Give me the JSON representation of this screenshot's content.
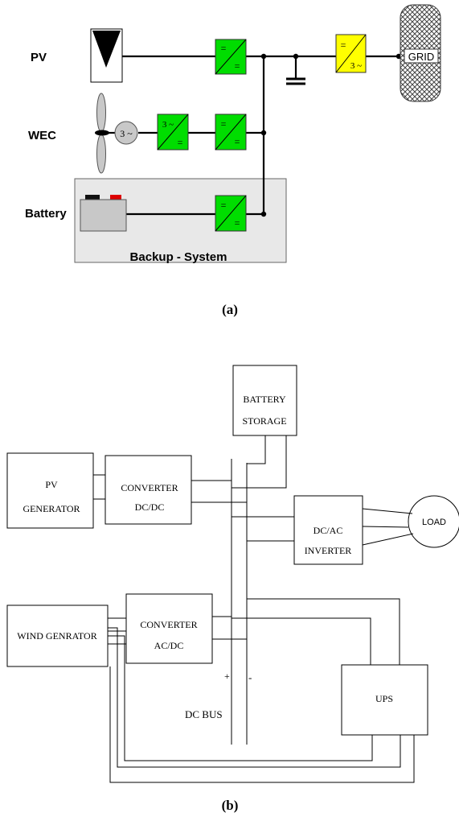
{
  "figure_a": {
    "caption": "(a)",
    "labels": {
      "pv": "PV",
      "wec": "WEC",
      "battery": "Battery"
    },
    "grid_label": "GRID",
    "backup_label": "Backup - System",
    "generator_symbol": "3 ~",
    "converter_symbols": {
      "dc": "=",
      "ac": "3 ~"
    },
    "colors": {
      "converter_dc": "#00dd00",
      "converter_inverter": "#ffff00",
      "backup_box": "#e8e8e8",
      "battery_body": "#c8c8c8",
      "battery_plus": "#dd0000"
    }
  },
  "figure_b": {
    "caption": "(b)",
    "battery_storage": [
      "BATTERY",
      "STORAGE"
    ],
    "pv_generator": [
      "PV",
      "GENERATOR"
    ],
    "converter_dcdc": [
      "CONVERTER",
      "DC/DC"
    ],
    "dcac_inverter": [
      "DC/AC",
      "INVERTER"
    ],
    "load": "LOAD",
    "wind_generator": "WIND GENRATOR",
    "converter_acdc": [
      "CONVERTER",
      "AC/DC"
    ],
    "ups": "UPS",
    "bus_plus": "+",
    "bus_minus": "-",
    "dc_bus": "DC BUS"
  }
}
